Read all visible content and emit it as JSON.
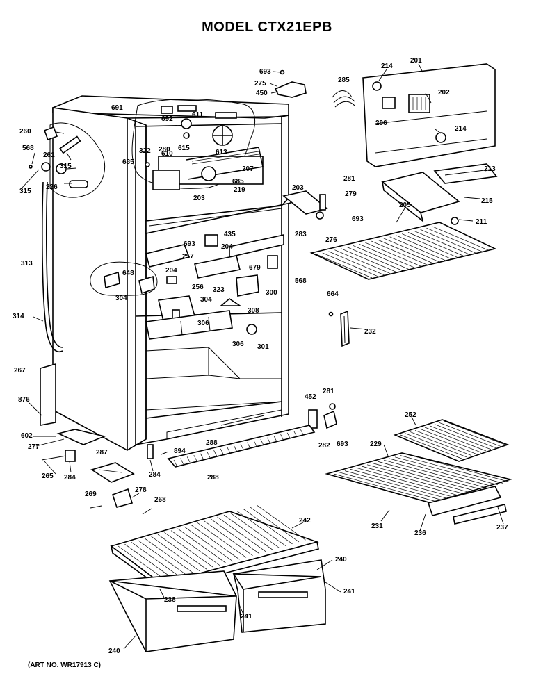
{
  "title": "MODEL CTX21EPB",
  "footer": "(ART NO. WR17913 C)",
  "labels": [
    "693",
    "275",
    "450",
    "285",
    "214",
    "201",
    "202",
    "691",
    "692",
    "611",
    "296",
    "214",
    "260",
    "261",
    "568",
    "322",
    "685",
    "280",
    "610",
    "615",
    "613",
    "207",
    "315",
    "226",
    "315",
    "281",
    "279",
    "693",
    "205",
    "211",
    "213",
    "215",
    "203",
    "203",
    "219",
    "685",
    "283",
    "276",
    "313",
    "693",
    "204",
    "435",
    "257",
    "679",
    "648",
    "204",
    "256",
    "323",
    "304",
    "304",
    "308",
    "300",
    "568",
    "664",
    "306",
    "301",
    "232",
    "314",
    "306",
    "267",
    "876",
    "602",
    "277",
    "287",
    "265",
    "284",
    "284",
    "269",
    "278",
    "268",
    "452",
    "281",
    "693",
    "282",
    "252",
    "229",
    "231",
    "236",
    "237",
    "894",
    "288",
    "288",
    "242",
    "240",
    "241",
    "238",
    "241",
    "240"
  ]
}
